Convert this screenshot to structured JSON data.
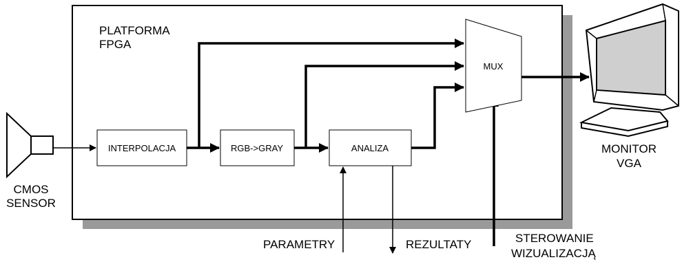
{
  "fpga": {
    "label_line1": "PLATFORMA",
    "label_line2": "FPGA"
  },
  "blocks": {
    "interpolation": "INTERPOLACJA",
    "rgb_gray": "RGB->GRAY",
    "analysis": "ANALIZA",
    "mux": "MUX"
  },
  "sensor": {
    "line1": "CMOS",
    "line2": "SENSOR"
  },
  "monitor": {
    "line1": "MONITOR",
    "line2": "VGA"
  },
  "io": {
    "parameters": "PARAMETRY",
    "results": "REZULTATY",
    "control_line1": "STEROWANIE",
    "control_line2": "WIZUALIZACJĄ"
  },
  "colors": {
    "shadow": "#9a9a9a",
    "stroke": "#000000",
    "screen": "#cfcfcf"
  }
}
